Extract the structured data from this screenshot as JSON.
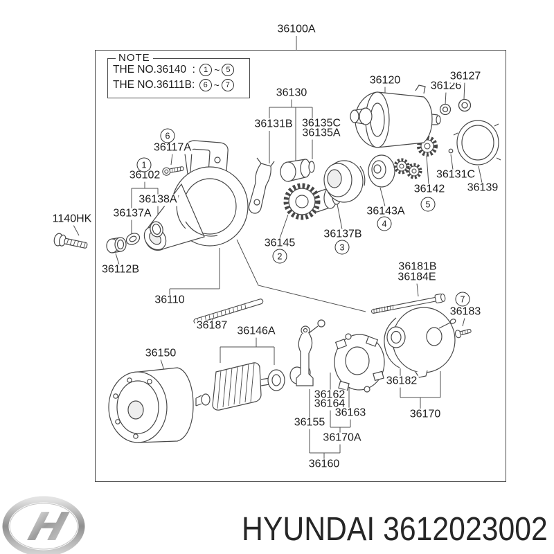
{
  "diagram": {
    "assembly_label": "36100A",
    "note": {
      "title": "NOTE",
      "lines": [
        {
          "prefix": "THE NO.36140  : ",
          "from": "1",
          "sep": "~",
          "to": "5"
        },
        {
          "prefix": "THE NO.36111B: ",
          "from": "6",
          "sep": "~",
          "to": "7"
        }
      ]
    },
    "labels": {
      "36100A": "36100A",
      "36130": "36130",
      "36131B": "36131B",
      "36135C": "36135C",
      "36135A": "36135A",
      "36120": "36120",
      "36126": "36126",
      "36127": "36127",
      "36117A": "36117A",
      "36102": "36102",
      "36138A": "36138A",
      "36137A": "36137A",
      "1140HK": "1140HK",
      "36112B": "36112B",
      "36110": "36110",
      "36187": "36187",
      "36145": "36145",
      "36137B": "36137B",
      "36143A": "36143A",
      "36142": "36142",
      "36131C": "36131C",
      "36139": "36139",
      "36181B": "36181B",
      "36184E": "36184E",
      "36183": "36183",
      "36182": "36182",
      "36170": "36170",
      "36150": "36150",
      "36146A": "36146A",
      "36162": "36162",
      "36164": "36164",
      "36163": "36163",
      "36155": "36155",
      "36170A": "36170A",
      "36160": "36160"
    },
    "callouts": {
      "c1": "1",
      "c2": "2",
      "c3": "3",
      "c4": "4",
      "c5": "5",
      "c6": "6",
      "c7": "7"
    }
  },
  "footer": {
    "brand": "HYUNDAI",
    "part_number": "3612023002",
    "logo": "hyundai-logo"
  }
}
